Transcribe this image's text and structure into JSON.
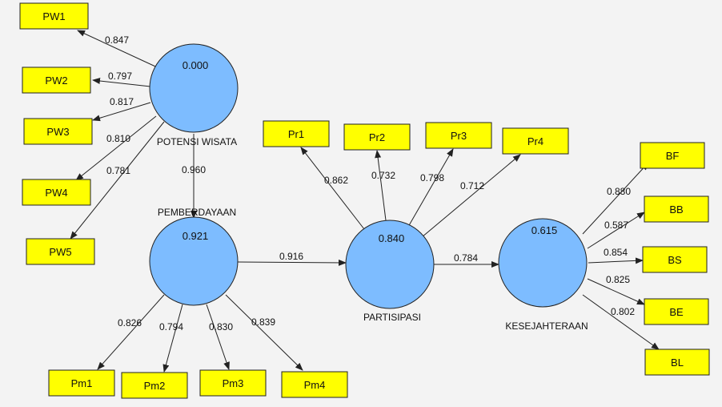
{
  "colors": {
    "background": "#f3f3f3",
    "indicator_fill": "#ffff00",
    "construct_fill": "#7dbcff",
    "stroke": "#222222"
  },
  "constructs": [
    {
      "id": "pw",
      "name": "POTENSI WISATA",
      "value": "0.000"
    },
    {
      "id": "pb",
      "name": "PEMBERDAYAAN",
      "value": "0.921"
    },
    {
      "id": "pa",
      "name": "PARTISIPASI",
      "value": "0.840"
    },
    {
      "id": "ke",
      "name": "KESEJAHTERAAN",
      "value": "0.615"
    }
  ],
  "indicators": [
    {
      "id": "PW1",
      "label": "PW1"
    },
    {
      "id": "PW2",
      "label": "PW2"
    },
    {
      "id": "PW3",
      "label": "PW3"
    },
    {
      "id": "PW4",
      "label": "PW4"
    },
    {
      "id": "PW5",
      "label": "PW5"
    },
    {
      "id": "Pm1",
      "label": "Pm1"
    },
    {
      "id": "Pm2",
      "label": "Pm2"
    },
    {
      "id": "Pm3",
      "label": "Pm3"
    },
    {
      "id": "Pm4",
      "label": "Pm4"
    },
    {
      "id": "Pr1",
      "label": "Pr1"
    },
    {
      "id": "Pr2",
      "label": "Pr2"
    },
    {
      "id": "Pr3",
      "label": "Pr3"
    },
    {
      "id": "Pr4",
      "label": "Pr4"
    },
    {
      "id": "BF",
      "label": "BF"
    },
    {
      "id": "BB",
      "label": "BB"
    },
    {
      "id": "BS",
      "label": "BS"
    },
    {
      "id": "BE",
      "label": "BE"
    },
    {
      "id": "BL",
      "label": "BL"
    }
  ],
  "loadings": [
    {
      "construct": "pw",
      "indicator": "PW1",
      "weight": "0.847"
    },
    {
      "construct": "pw",
      "indicator": "PW2",
      "weight": "0.797"
    },
    {
      "construct": "pw",
      "indicator": "PW3",
      "weight": "0.817"
    },
    {
      "construct": "pw",
      "indicator": "PW4",
      "weight": "0.810"
    },
    {
      "construct": "pw",
      "indicator": "PW5",
      "weight": "0.781"
    },
    {
      "construct": "pb",
      "indicator": "Pm1",
      "weight": "0.826"
    },
    {
      "construct": "pb",
      "indicator": "Pm2",
      "weight": "0.794"
    },
    {
      "construct": "pb",
      "indicator": "Pm3",
      "weight": "0.830"
    },
    {
      "construct": "pb",
      "indicator": "Pm4",
      "weight": "0.839"
    },
    {
      "construct": "pa",
      "indicator": "Pr1",
      "weight": "0.862"
    },
    {
      "construct": "pa",
      "indicator": "Pr2",
      "weight": "0.732"
    },
    {
      "construct": "pa",
      "indicator": "Pr3",
      "weight": "0.798"
    },
    {
      "construct": "pa",
      "indicator": "Pr4",
      "weight": "0.712"
    },
    {
      "construct": "ke",
      "indicator": "BF",
      "weight": "0.880"
    },
    {
      "construct": "ke",
      "indicator": "BB",
      "weight": "0.587"
    },
    {
      "construct": "ke",
      "indicator": "BS",
      "weight": "0.854"
    },
    {
      "construct": "ke",
      "indicator": "BE",
      "weight": "0.825"
    },
    {
      "construct": "ke",
      "indicator": "BL",
      "weight": "0.802"
    }
  ],
  "paths": [
    {
      "from": "pw",
      "to": "pb",
      "weight": "0.960"
    },
    {
      "from": "pb",
      "to": "pa",
      "weight": "0.916"
    },
    {
      "from": "pa",
      "to": "ke",
      "weight": "0.784"
    }
  ]
}
